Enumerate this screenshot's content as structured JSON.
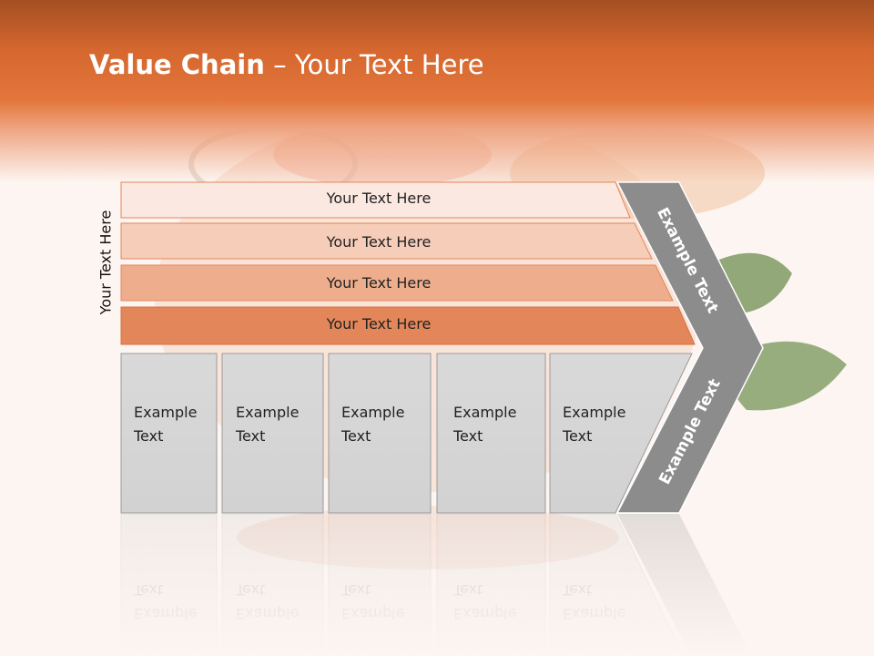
{
  "slide": {
    "title_bold": "Value Chain",
    "title_rest": " – Your Text Here",
    "side_label": "Your Text Here"
  },
  "rows": [
    {
      "label": "Your Text Here",
      "color": "#fbe8e0"
    },
    {
      "label": "Your Text Here",
      "color": "#f6cdb8"
    },
    {
      "label": "Your Text Here",
      "color": "#eeae8d"
    },
    {
      "label": "Your Text Here",
      "color": "#e3875a"
    }
  ],
  "boxes": [
    {
      "line1": "Example",
      "line2": "Text"
    },
    {
      "line1": "Example",
      "line2": "Text"
    },
    {
      "line1": "Example",
      "line2": "Text"
    },
    {
      "line1": "Example",
      "line2": "Text"
    },
    {
      "line1": "Example",
      "line2": "Text"
    }
  ],
  "chevron": {
    "upper_label": "Example Text",
    "lower_label": "Example Text",
    "color": "#8c8c8c"
  },
  "colors": {
    "header_orange": "#e3763b",
    "box_fill": "#d6d6d6",
    "box_border": "#9a9a9a"
  }
}
